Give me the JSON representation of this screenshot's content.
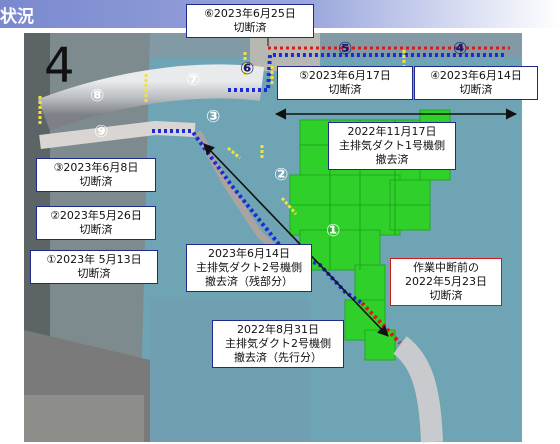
{
  "header": {
    "title": "状況"
  },
  "markers": [
    "①",
    "②",
    "③",
    "④",
    "⑤",
    "⑥",
    "⑦",
    "⑧",
    "⑨"
  ],
  "corner_mark": "4",
  "labels": {
    "cut6": [
      "⑥2023年6月25日",
      "切断済"
    ],
    "cut5": [
      "⑤2023年6月17日",
      "切断済"
    ],
    "cut4": [
      "④2023年6月14日",
      "切断済"
    ],
    "duct1": [
      "2022年11月17日",
      "主排気ダクト1号機側",
      "撤去済"
    ],
    "cut3": [
      "③2023年6月8日",
      "切断済"
    ],
    "cut2": [
      "②2023年5月26日",
      "切断済"
    ],
    "cut1": [
      "①2023年 5月13日",
      "切断済"
    ],
    "duct2_rest": [
      "2023年6月14日",
      "主排気ダクト2号機側",
      "撤去済（残部分）"
    ],
    "pre_stop": [
      "作業中断前の",
      "2022年5月23日",
      "切断済"
    ],
    "duct2_prior": [
      "2022年8月31日",
      "主排気ダクト2号機側",
      "撤去済（先行分）"
    ]
  },
  "colors": {
    "cut_line": "#1a2bd6",
    "pre_stop_line": "#e01818",
    "cut_point": "#f2e33a",
    "header": "#8794d4"
  }
}
